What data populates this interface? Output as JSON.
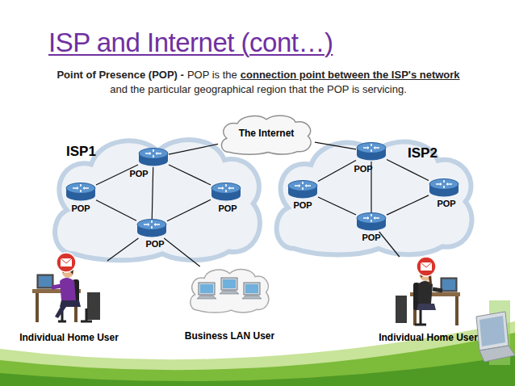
{
  "diagram": {
    "title": "ISP and Internet (cont…)",
    "nodes": [
      {
        "text": [
          "The Internet"
        ]
      },
      {
        "text": [
          "ISP1"
        ]
      },
      {
        "text": [
          "POP"
        ],
        "in": 1
      },
      {
        "text": [
          "POP"
        ],
        "in": 1
      },
      {
        "text": [
          "POP"
        ],
        "in": 1
      },
      {
        "text": [
          "POP"
        ],
        "in": 1
      },
      {
        "text": [
          "ISP2"
        ]
      },
      {
        "text": [
          "POP"
        ],
        "in": 6
      },
      {
        "text": [
          "POP"
        ],
        "in": 6
      },
      {
        "text": [
          "POP"
        ],
        "in": 6
      },
      {
        "text": [
          "POP"
        ],
        "in": 6
      },
      {
        "text": [
          "Business LAN User"
        ]
      },
      {
        "text": [
          "Individual Home User"
        ]
      },
      {
        "text": [
          "Individual Home User"
        ]
      }
    ],
    "edges": [
      {
        "from": 2,
        "to": 0,
        "arrow": "none"
      },
      {
        "from": 2,
        "to": 3,
        "arrow": "none"
      },
      {
        "from": 2,
        "to": 4,
        "arrow": "none"
      },
      {
        "from": 2,
        "to": 5,
        "arrow": "none"
      },
      {
        "from": 3,
        "to": 5,
        "arrow": "none"
      },
      {
        "from": 4,
        "to": 5,
        "arrow": "none"
      },
      {
        "from": 5,
        "to": 11,
        "arrow": "none"
      },
      {
        "from": 5,
        "to": 12,
        "arrow": "none"
      },
      {
        "from": 7,
        "to": 0,
        "arrow": "none"
      },
      {
        "from": 7,
        "to": 8,
        "arrow": "none"
      },
      {
        "from": 7,
        "to": 9,
        "arrow": "none"
      },
      {
        "from": 7,
        "to": 10,
        "arrow": "none"
      },
      {
        "from": 8,
        "to": 10,
        "arrow": "none"
      },
      {
        "from": 9,
        "to": 10,
        "arrow": "none"
      },
      {
        "from": 10,
        "to": 13,
        "arrow": "none"
      }
    ],
    "labels": [
      "Point of Presence (POP) -",
      "POP is the",
      "connection point between the ISP's network",
      "and the particular geographical region that the POP is servicing."
    ]
  }
}
